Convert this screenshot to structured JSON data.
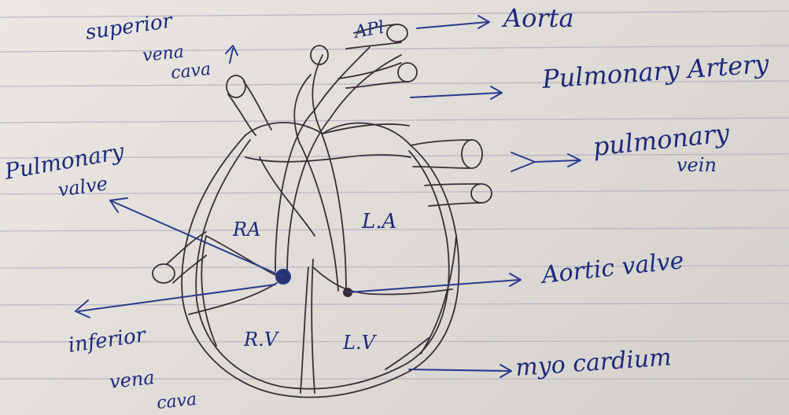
{
  "labels": {
    "superior_vena_cava": [
      "superior",
      "vena",
      "cava"
    ],
    "aorta": "Aorta",
    "apl": "APl",
    "pulmonary_artery": "Pulmonary Artery",
    "pulmonary_valve": [
      "Pulmonary",
      "valve"
    ],
    "pulmonary_vein": [
      "pulmonary",
      "vein"
    ],
    "ra": "RA",
    "la": "L.A",
    "rv": "R.V",
    "lv": "L.V",
    "aortic_valve": "Aortic valve",
    "inferior_vena_cava": [
      "inferior",
      "vena",
      "cava"
    ],
    "myocardium": "myo cardium"
  },
  "colors": {
    "label_ink": "#1e2a7a",
    "drawing_ink": "#3a2e35",
    "paper": "#e4e1dc",
    "rule_lines": "#b9b7c6"
  }
}
